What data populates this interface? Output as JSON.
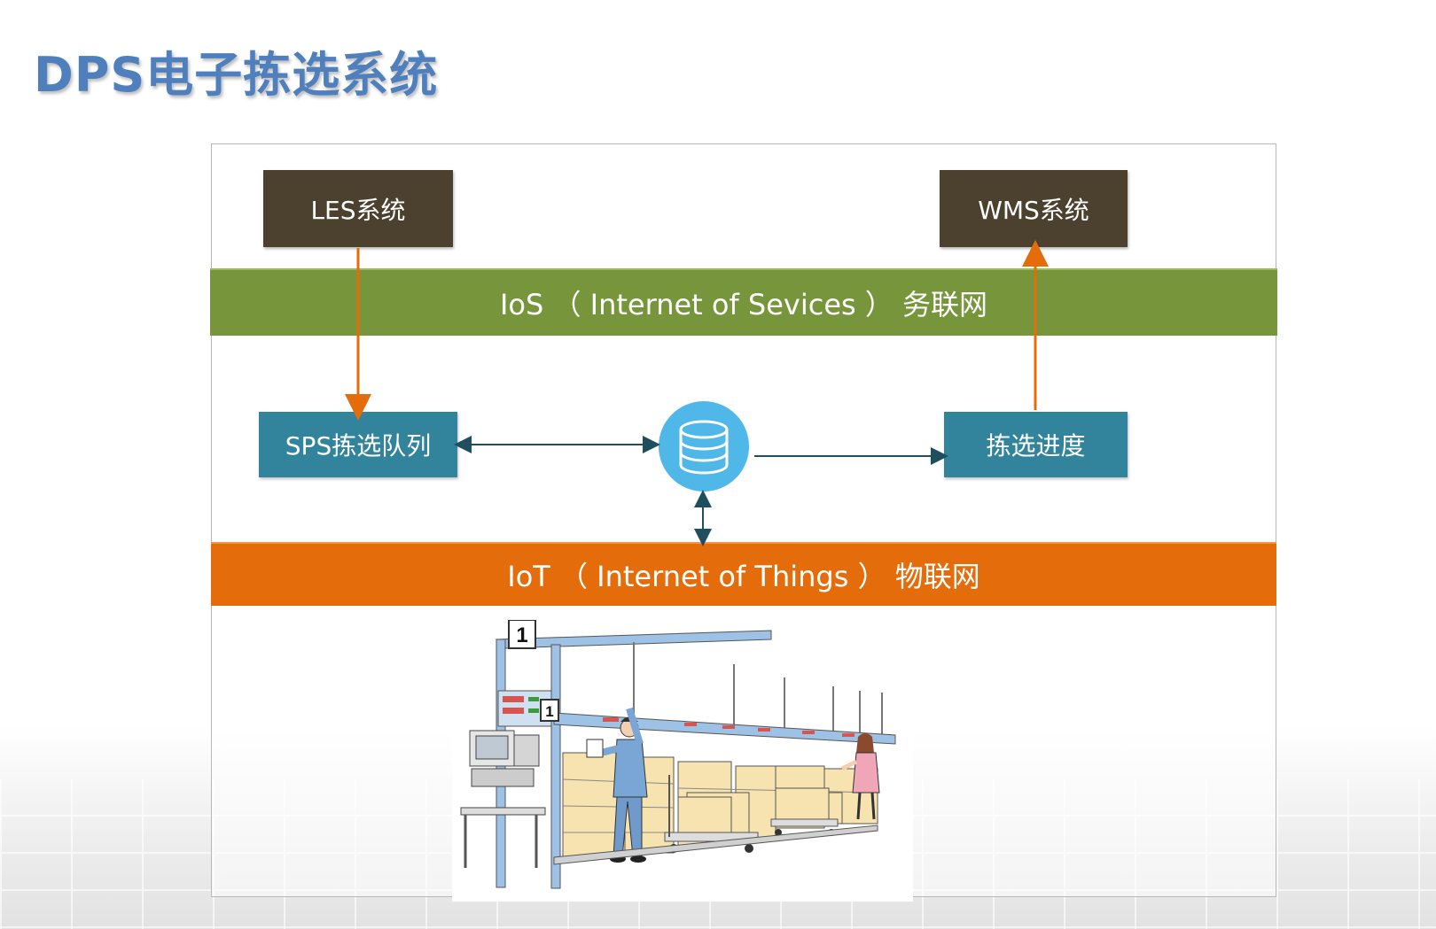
{
  "page": {
    "title": "DPS电子拣选系统"
  },
  "systems": {
    "les": "LES系统",
    "wms": "WMS系统"
  },
  "layers": {
    "ios": "IoS （ Internet of Sevices ） 务联网",
    "iot": "IoT （ Internet of Things ） 物联网"
  },
  "nodes": {
    "sps_queue": "SPS拣选队列",
    "progress": "拣选进度",
    "database": "database-icon"
  },
  "scene": {
    "station_number_top": "1",
    "station_number_side": "1"
  },
  "colors": {
    "title": "#4f80bd",
    "system_box": "#4b412e",
    "ios_band": "#77963b",
    "iot_band": "#e46c0a",
    "process_box": "#31849b",
    "database": "#4fb8e8",
    "orange_arrow": "#e46c0a",
    "dark_arrow": "#1f4e5f"
  }
}
